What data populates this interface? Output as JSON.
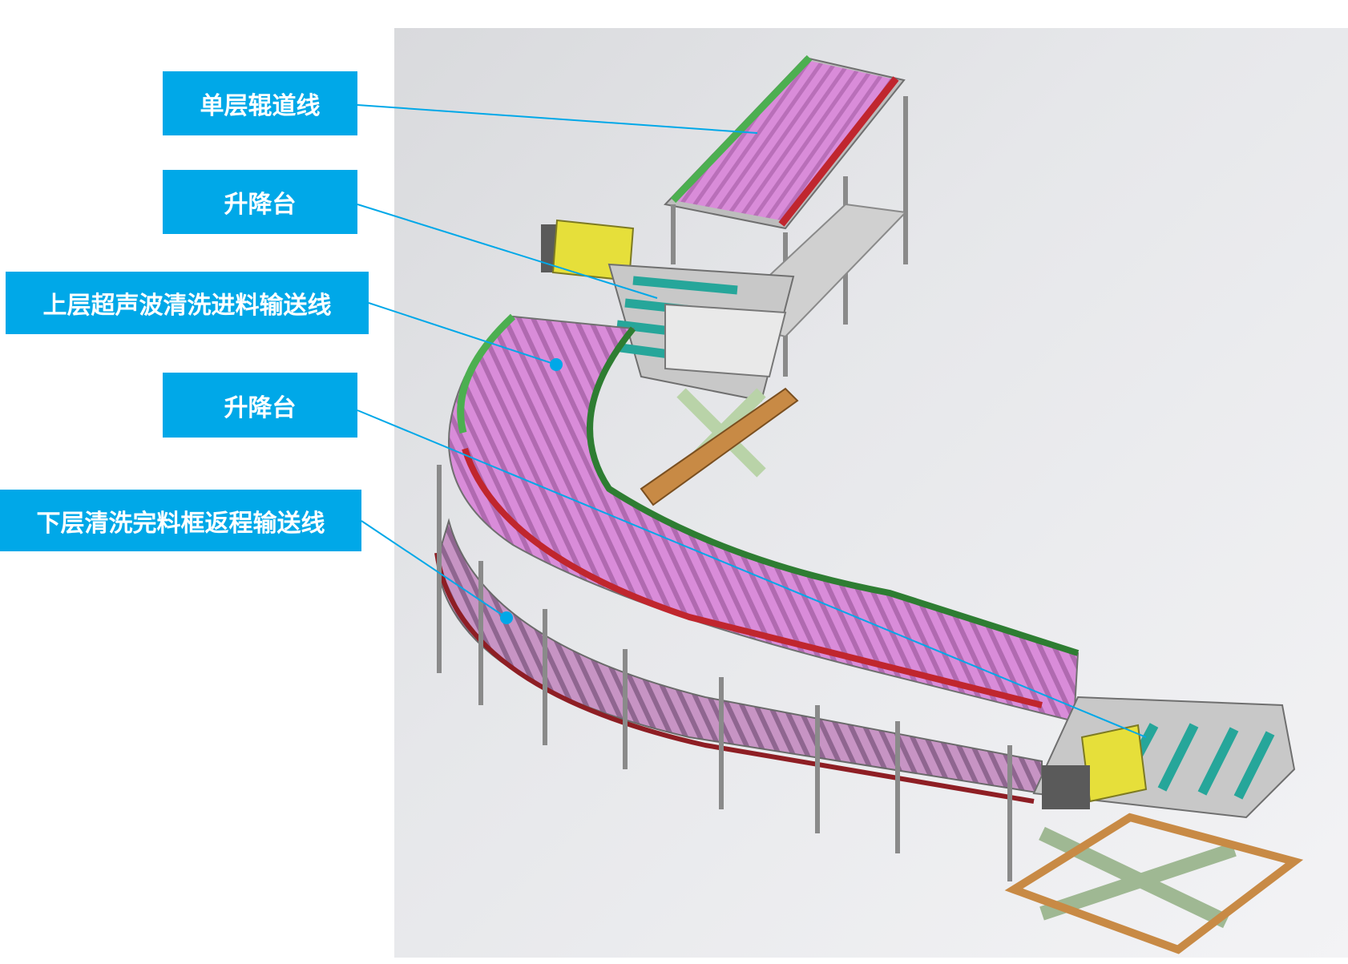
{
  "callouts": [
    {
      "label": "单层辊道线"
    },
    {
      "label": "升降台"
    },
    {
      "label": "上层超声波清洗进料输送线"
    },
    {
      "label": "升降台"
    },
    {
      "label": "下层清洗完料框返程输送线"
    }
  ],
  "colors": {
    "callout_bg": "#00a8e8",
    "callout_text": "#ffffff",
    "leader_line": "#00a8e8",
    "roller": "#d98cd9",
    "rail_green": "#4caf50",
    "rail_red": "#c0262e",
    "frame": "#9e9e9e",
    "lift_roller": "#26a69a",
    "motor_box": "#e6df3a",
    "scissor": "#b9d3a8",
    "base_plate": "#c88a45"
  }
}
